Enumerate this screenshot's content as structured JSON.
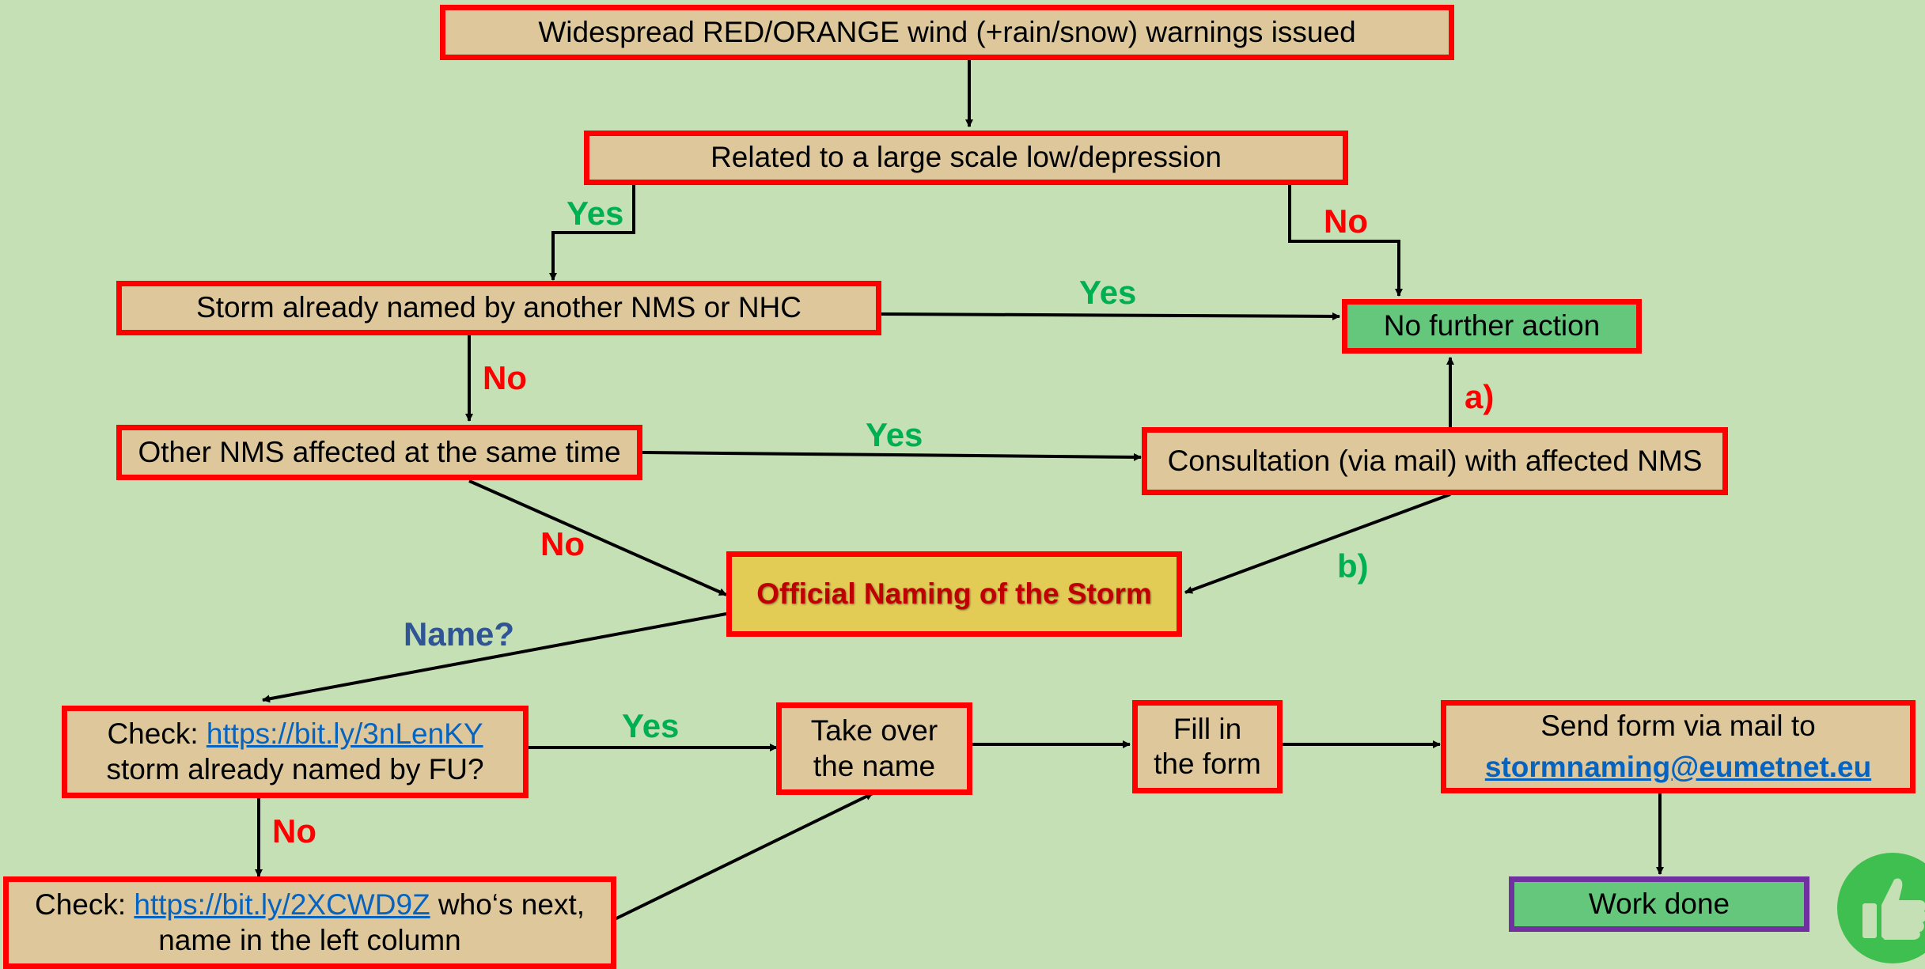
{
  "boxes": {
    "warnings": "Widespread RED/ORANGE wind (+rain/snow) warnings issued",
    "related": "Related to a large scale low/depression",
    "already_named": "Storm already named by another NMS or NHC",
    "no_further": "No further action",
    "other_nms": "Other NMS affected at the same time",
    "consultation": "Consultation (via mail) with affected NMS",
    "official": "Official Naming of the Storm",
    "check1_prefix": "Check: ",
    "check1_link": "https://bit.ly/3nLenKY",
    "check1_line2": "storm already named by FU?",
    "take_over_line1": "Take over",
    "take_over_line2": "the name",
    "fill_line1": "Fill in",
    "fill_line2": "the form",
    "send_line1": "Send form via mail to",
    "send_email": "stormnaming@eumetnet.eu",
    "check2_prefix": "Check: ",
    "check2_link": "https://bit.ly/2XCWD9Z",
    "check2_suffix": " who‘s next,",
    "check2_line2": "name in the left column",
    "work_done": "Work done"
  },
  "labels": {
    "yes_related": "Yes",
    "no_related": "No",
    "yes_named": "Yes",
    "no_named": "No",
    "yes_other": "Yes",
    "no_other": "No",
    "a": "a)",
    "b": "b)",
    "name_q": "Name?",
    "yes_check": "Yes",
    "no_check": "No"
  },
  "colors": {
    "background": "#c5e0b4",
    "box_fill": "#dec89b",
    "border_red": "#ff0000",
    "green_fill": "#64c77b",
    "yellow_fill": "#e2cc55",
    "purple_border": "#7030a0",
    "yes_green": "#00b050",
    "no_red": "#ff0000",
    "name_blue": "#2f5597"
  },
  "icons": {
    "thumbs_up": "thumbs-up-icon"
  }
}
